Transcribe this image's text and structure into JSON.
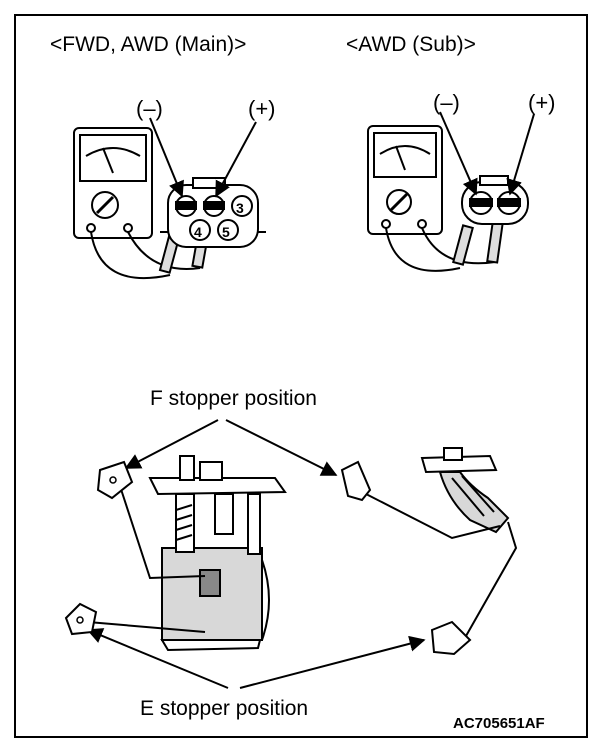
{
  "labels": {
    "fwd_main": "<FWD, AWD (Main)>",
    "awd_sub": "<AWD (Sub)>",
    "main_neg": "(–)",
    "main_pos": "(+)",
    "sub_neg": "(–)",
    "sub_pos": "(+)",
    "f_stopper": "F stopper position",
    "e_stopper": "E stopper position",
    "figure_code": "AC705651AF"
  },
  "connector_pins": {
    "main": [
      "3",
      "4",
      "5"
    ]
  },
  "colors": {
    "line": "#000000",
    "background": "#ffffff",
    "part_shade": "#d8d8d8"
  }
}
